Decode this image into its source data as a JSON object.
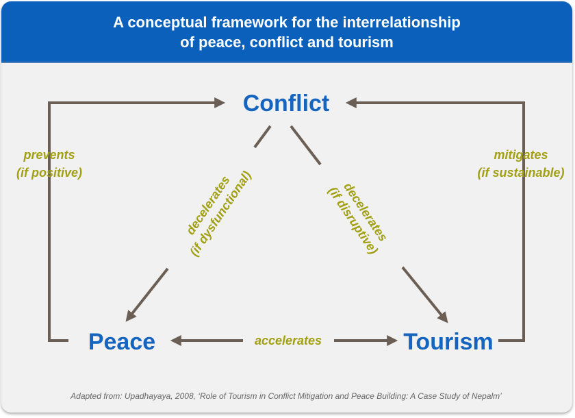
{
  "header": {
    "line1": "A conceptual framework for the interrelationship",
    "line2": "of peace, conflict and tourism"
  },
  "nodes": {
    "conflict": "Conflict",
    "peace": "Peace",
    "tourism": "Tourism"
  },
  "edges": {
    "peace_conflict": {
      "line1": "prevents",
      "line2": "(if positive)"
    },
    "tourism_conflict": {
      "line1": "mitigates",
      "line2": "(if sustainable)"
    },
    "conflict_peace": {
      "line1": "decelerates",
      "line2": "(if dysfunctional)"
    },
    "conflict_tourism": {
      "line1": "decelerates",
      "line2": "(if disruptive)"
    },
    "peace_tourism": "accelerates"
  },
  "citation": "Adapted from: Upadhayaya, 2008, ‘Role of Tourism in Conflict Mitigation and Peace Building: A Case Study of Nepalm’",
  "colors": {
    "header": "#0a60bb",
    "node": "#1565c0",
    "label": "#a19f12",
    "arrow": "#6b5f55"
  }
}
